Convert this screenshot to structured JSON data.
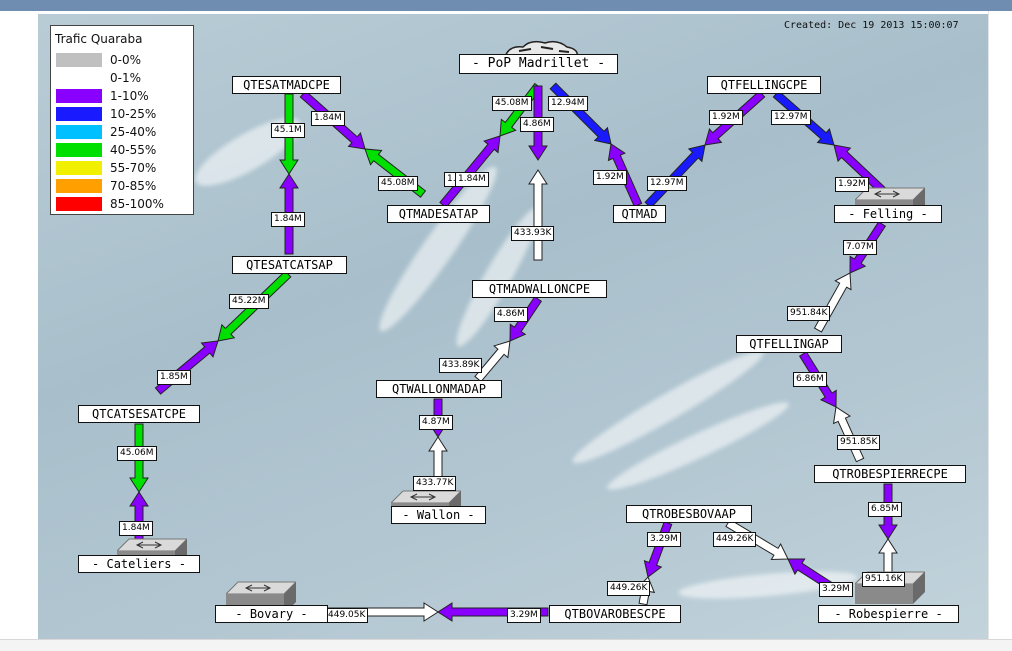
{
  "created": "Created: Dec 19 2013 15:00:07",
  "legend": {
    "title": "Trafic Quaraba",
    "items": [
      {
        "label": "0-0%",
        "color": "#c0c0c0"
      },
      {
        "label": "0-1%",
        "color": "#ffffff"
      },
      {
        "label": "1-10%",
        "color": "#8a00ff"
      },
      {
        "label": "10-25%",
        "color": "#1a1aff"
      },
      {
        "label": "25-40%",
        "color": "#00c0ff"
      },
      {
        "label": "40-55%",
        "color": "#00e000"
      },
      {
        "label": "55-70%",
        "color": "#f0f000"
      },
      {
        "label": "70-85%",
        "color": "#ffa000"
      },
      {
        "label": "85-100%",
        "color": "#ff0000"
      }
    ]
  },
  "pop": "- PoP Madrillet -",
  "nodes": {
    "qtesatmadcpe": "QTESATMADCPE",
    "qtmadesatap": "QTMADESATAP",
    "qtesatcatsap": "QTESATCATSAP",
    "qtcatsesatcpe": "QTCATSESATCPE",
    "cateliers": "- Cateliers -",
    "qtmadwalloncpe": "QTMADWALLONCPE",
    "qtwallonmadap": "QTWALLONMADAP",
    "wallon": "- Wallon -",
    "qtmad": "QTMAD",
    "qtfellingcpe": "QTFELLINGCPE",
    "felling": "- Felling -",
    "qtfellingap": "QTFELLINGAP",
    "qtrobespierrecpe": "QTROBESPIERRECPE",
    "robespierre": "- Robespierre -",
    "qtrobesbovaap": "QTROBESBOVAAP",
    "qtbovarobescpe": "QTBOVAROBESCPE",
    "bovary": "- Bovary -"
  },
  "links": {
    "l1": "45.1M",
    "l2": "1.84M",
    "l3": "1.84M",
    "l4": "45.22M",
    "l5": "1.85M",
    "l6": "45.06M",
    "l7": "1.84M",
    "l8": "1.84M",
    "l9": "45.08M",
    "l10": "1.84M",
    "l11": "45.08M",
    "l12": "4.86M",
    "l13": "12.94M",
    "l14": "433.93K",
    "l15": "1.92M",
    "l16": "12.97M",
    "l17": "1.92M",
    "l18": "12.97M",
    "l19": "1.92M",
    "l20": "7.07M",
    "l21": "951.84K",
    "l22": "6.86M",
    "l23": "951.85K",
    "l24": "6.85M",
    "l25": "951.16K",
    "l26": "4.86M",
    "l27": "433.89K",
    "l28": "4.87M",
    "l29": "433.77K",
    "l30": "3.29M",
    "l31": "449.26K",
    "l32": "449.26K",
    "l33": "3.29M",
    "l34": "449.05K",
    "l35": "3.29M"
  }
}
